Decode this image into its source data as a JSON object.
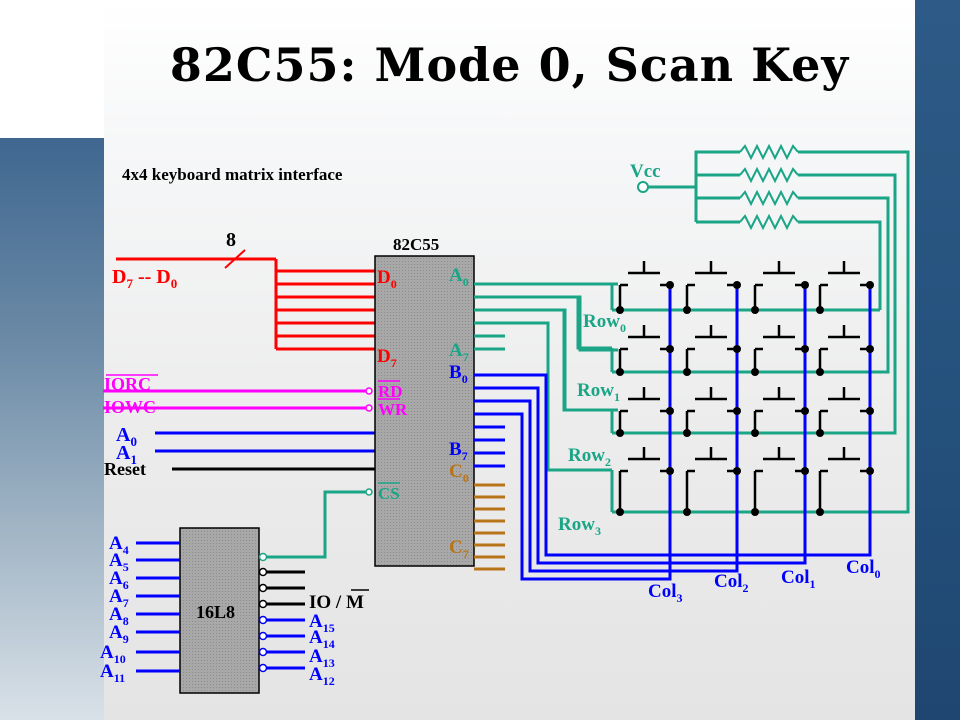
{
  "slide": {
    "title": "82C55: Mode 0, Scan Key"
  },
  "diagram": {
    "caption": "4x4 keyboard matrix interface",
    "chip_label": "82C55",
    "pal_label": "16L8",
    "vcc": "Vcc",
    "bus_width": "8",
    "data_bus": {
      "a": "D",
      "a_sub": "7",
      "sep": " -- ",
      "b": "D",
      "b_sub": "0"
    },
    "chip_pins_left": [
      {
        "base": "D",
        "sub": "0"
      },
      {
        "base": "D",
        "sub": "7"
      },
      {
        "base": "RD",
        "sub": ""
      },
      {
        "base": "WR",
        "sub": ""
      },
      {
        "base": "CS",
        "sub": ""
      }
    ],
    "chip_pins_right": [
      {
        "base": "A",
        "sub": "0"
      },
      {
        "base": "A",
        "sub": "7"
      },
      {
        "base": "B",
        "sub": "0"
      },
      {
        "base": "B",
        "sub": "7"
      },
      {
        "base": "C",
        "sub": "0"
      },
      {
        "base": "C",
        "sub": "7"
      }
    ],
    "control_signals": [
      "IORC",
      "IOWC"
    ],
    "address_inputs": [
      {
        "base": "A",
        "sub": "0"
      },
      {
        "base": "A",
        "sub": "1"
      }
    ],
    "reset_label": "Reset",
    "pal_inputs": [
      {
        "base": "A",
        "sub": "4"
      },
      {
        "base": "A",
        "sub": "5"
      },
      {
        "base": "A",
        "sub": "6"
      },
      {
        "base": "A",
        "sub": "7"
      },
      {
        "base": "A",
        "sub": "8"
      },
      {
        "base": "A",
        "sub": "9"
      },
      {
        "base": "A",
        "sub": "10"
      },
      {
        "base": "A",
        "sub": "11"
      }
    ],
    "pal_outputs": [
      {
        "base": "IO / ",
        "sub": "",
        "over": "M"
      },
      {
        "base": "A",
        "sub": "15"
      },
      {
        "base": "A",
        "sub": "14"
      },
      {
        "base": "A",
        "sub": "13"
      },
      {
        "base": "A",
        "sub": "12"
      }
    ],
    "rows": [
      {
        "base": "Row",
        "sub": "0"
      },
      {
        "base": "Row",
        "sub": "1"
      },
      {
        "base": "Row",
        "sub": "2"
      },
      {
        "base": "Row",
        "sub": "3"
      }
    ],
    "cols": [
      {
        "base": "Col",
        "sub": "3"
      },
      {
        "base": "Col",
        "sub": "2"
      },
      {
        "base": "Col",
        "sub": "1"
      },
      {
        "base": "Col",
        "sub": "0"
      }
    ],
    "colors": {
      "data": "#ff0000",
      "control": "#ff00ff",
      "address": "#0000ff",
      "port_a": "#1aa586",
      "port_b": "#0000ff",
      "port_c": "#b8741a",
      "chip_fill": "#a6a6a6"
    }
  }
}
